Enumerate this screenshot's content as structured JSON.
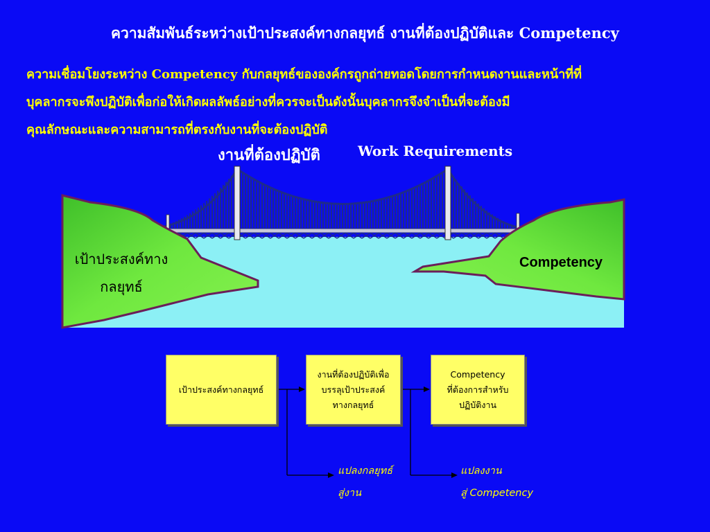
{
  "slide": {
    "title": "ความสัมพันธ์ระหว่างเป้าประสงค์ทางกลยุทธ์ งานที่ต้องปฏิบัติและ Competency",
    "paragraph": [
      "ความเชื่อมโยงระหว่าง Competency กับกลยุทธ์ขององค์กรถูกถ่ายทอดโดยการกำหนดงานและหน้าที่ที่",
      "บุคลากรจะพึงปฏิบัติเพื่อก่อให้เกิดผลลัพธ์อย่างที่ควรจะเป็นดังนั้นบุคลากรจึงจำเป็นที่จะต้องมี",
      "คุณลักษณะและความสามารถที่ตรงกับงานที่จะต้องปฏิบัติ"
    ]
  },
  "bridge": {
    "label_thai": "งานที่ต้องปฏิบัติ",
    "label_en": "Work Requirements",
    "left_land": [
      "เป้าประสงค์ทาง",
      "กลยุทธ์"
    ],
    "right_land": "Competency"
  },
  "flow": {
    "box1": [
      "เป้าประสงค์ทางกลยุทธ์"
    ],
    "box2": [
      "งานที่ต้องปฏิบัติเพื่อ",
      "บรรลุเป้าประสงค์",
      "ทางกลยุทธ์"
    ],
    "box3": [
      "Competency",
      "ที่ต้องการสำหรับ",
      "ปฏิบัติงาน"
    ],
    "note1": [
      "แปลงกลยุทธ์",
      "สู่งาน"
    ],
    "note2": [
      "แปลงงาน",
      "สู่ Competency"
    ]
  },
  "colors": {
    "background": "#0A0AF5",
    "title": "#FFFFFF",
    "paragraph": "#FFFF00",
    "water": "#8CF0F5",
    "land": "#66E63C",
    "land_edge": "#6B1E5A",
    "bridge": "#1E2A8C",
    "box_fill": "#FFFF66"
  }
}
